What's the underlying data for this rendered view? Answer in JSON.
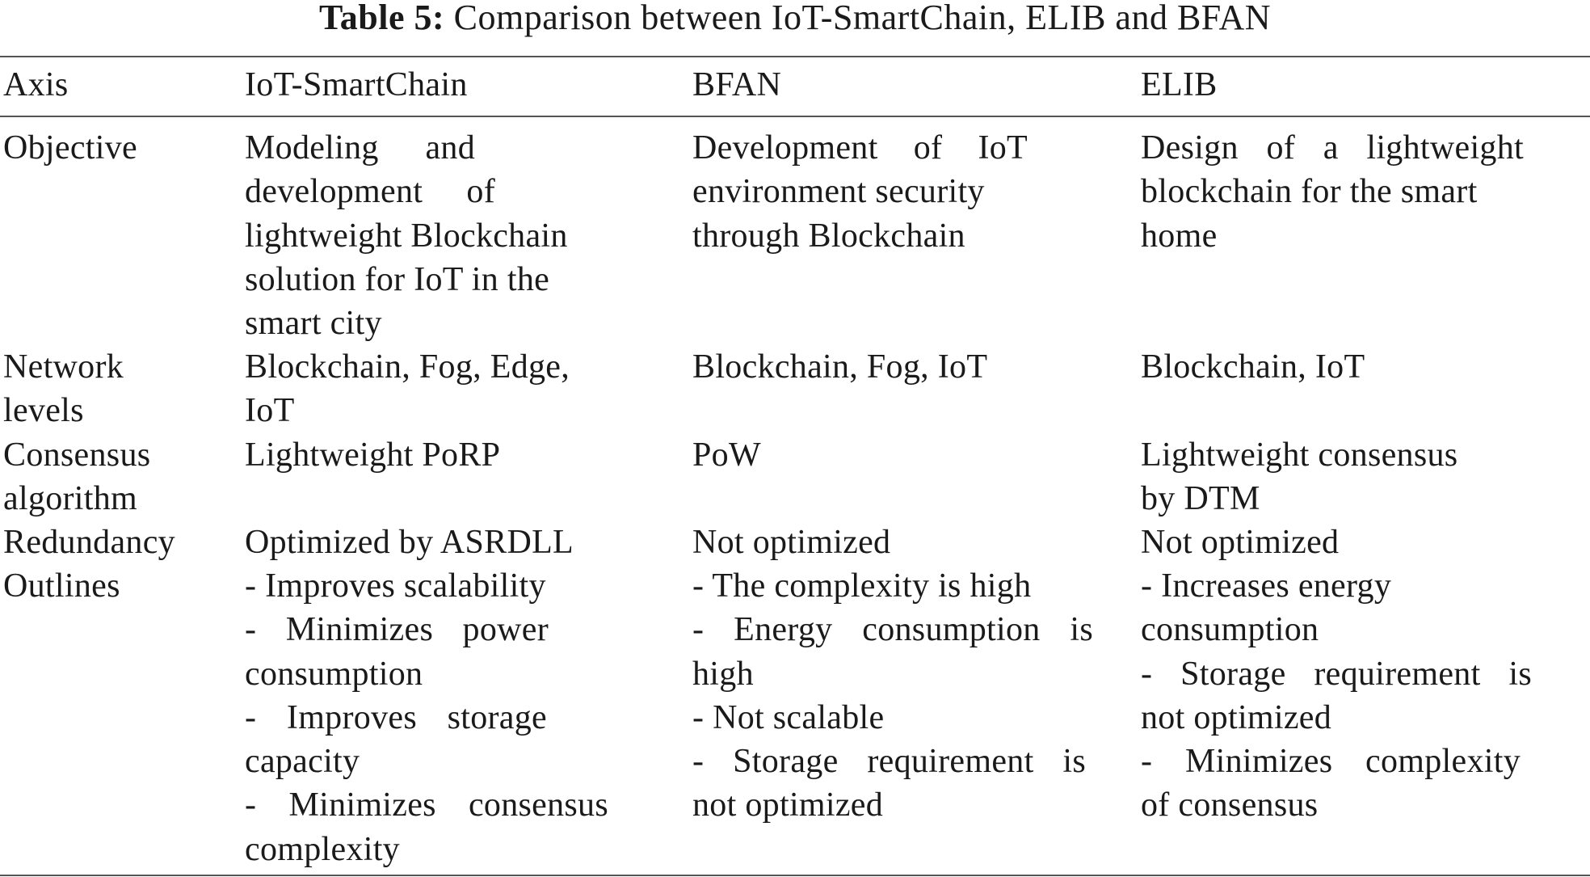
{
  "caption": {
    "label": "Table 5:",
    "text": "Comparison between IoT-SmartChain, ELIB and BFAN"
  },
  "table": {
    "headers": [
      "Axis",
      "IoT-SmartChain",
      "BFAN",
      "ELIB"
    ],
    "rows": [
      {
        "axis": [
          "Objective"
        ],
        "iot_smartchain": [
          "Modeling and",
          "development of",
          "lightweight Blockchain",
          "solution for IoT in the",
          "smart city"
        ],
        "bfan": [
          "Development of IoT",
          "environment security",
          "through Blockchain"
        ],
        "elib": [
          "Design of a lightweight",
          "blockchain for the smart",
          "home"
        ]
      },
      {
        "axis": [
          "Network",
          "levels"
        ],
        "iot_smartchain": [
          "Blockchain, Fog, Edge,",
          "IoT"
        ],
        "bfan": [
          "Blockchain, Fog, IoT"
        ],
        "elib": [
          "Blockchain, IoT"
        ]
      },
      {
        "axis": [
          "Consensus",
          "algorithm"
        ],
        "iot_smartchain": [
          "Lightweight PoRP"
        ],
        "bfan": [
          "PoW"
        ],
        "elib": [
          "Lightweight consensus",
          "by DTM"
        ]
      },
      {
        "axis": [
          "Redundancy"
        ],
        "iot_smartchain": [
          "Optimized by ASRDLL"
        ],
        "bfan": [
          "Not optimized"
        ],
        "elib": [
          "Not optimized"
        ]
      },
      {
        "axis": [
          "Outlines"
        ],
        "iot_smartchain": [
          "- Improves scalability",
          "- Minimizes power",
          "consumption",
          "- Improves storage",
          "capacity",
          "- Minimizes consensus",
          "complexity"
        ],
        "bfan": [
          "- The complexity is high",
          "- Energy consumption is",
          "high",
          "- Not scalable",
          "- Storage requirement is",
          "not optimized"
        ],
        "elib": [
          "- Increases energy",
          "consumption",
          "- Storage requirement is",
          "not optimized",
          "- Minimizes complexity",
          "of consensus"
        ]
      }
    ]
  }
}
